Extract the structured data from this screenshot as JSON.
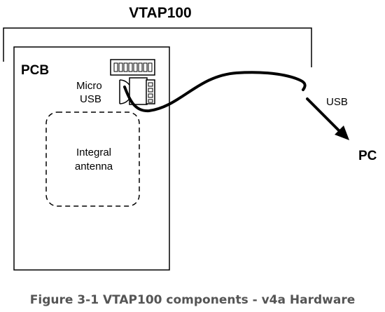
{
  "diagram": {
    "title": "VTAP100",
    "pcb_label": "PCB",
    "micro_usb_line1": "Micro",
    "micro_usb_line2": "USB",
    "antenna_line1": "Integral",
    "antenna_line2": "antenna",
    "usb_label": "USB",
    "pc_label": "PC"
  },
  "caption": "Figure 3-1 VTAP100 components - v4a Hardware"
}
